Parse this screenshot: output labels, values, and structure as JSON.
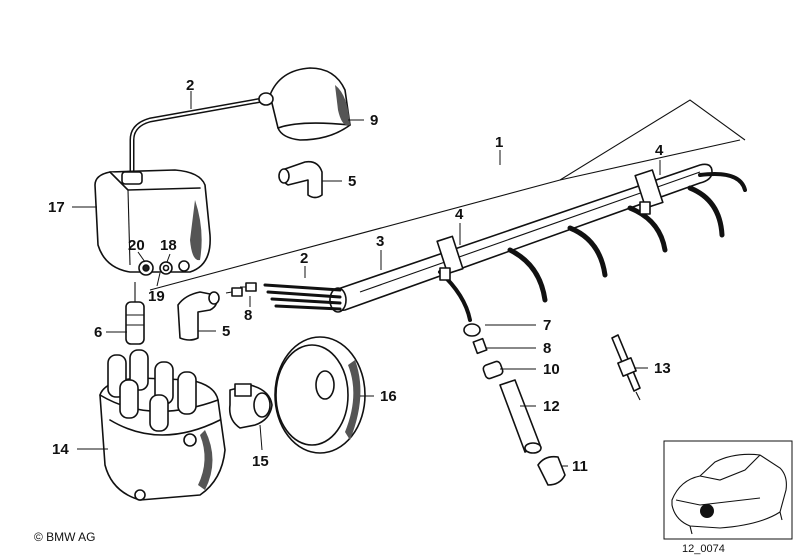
{
  "callouts": {
    "c1": "1",
    "c2a": "2",
    "c2b": "2",
    "c3": "3",
    "c4a": "4",
    "c4b": "4",
    "c5a": "5",
    "c5b": "5",
    "c6": "6",
    "c7": "7",
    "c8a": "8",
    "c8b": "8",
    "c9": "9",
    "c10": "10",
    "c11": "11",
    "c12": "12",
    "c13": "13",
    "c14": "14",
    "c15": "15",
    "c16": "16",
    "c17": "17",
    "c18": "18",
    "c19": "19",
    "c20": "20"
  },
  "footer": {
    "copyright": "© BMW AG",
    "reference": "12_0074"
  }
}
